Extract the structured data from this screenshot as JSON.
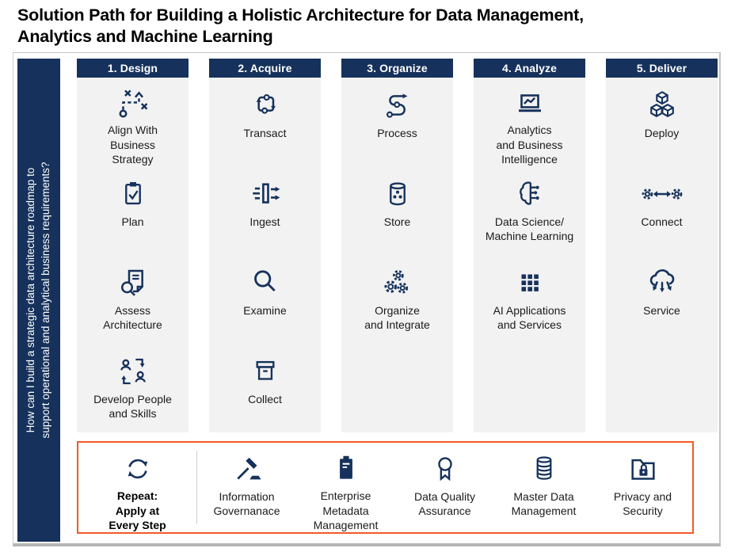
{
  "title": "Solution Path for Building a Holistic Architecture for Data Management,\nAnalytics and Machine Learning",
  "sidebar": {
    "question": "How can I build a strategic data architecture roadmap to\nsupport operational and analytical business requirements?"
  },
  "colors": {
    "navy": "#16325C",
    "orange": "#F15A24",
    "column_bg": "#F2F2F2"
  },
  "columns": [
    {
      "header": "1. Design",
      "items": [
        {
          "icon": "strategy-path-icon",
          "label": "Align With\nBusiness\nStrategy"
        },
        {
          "icon": "clipboard-check-icon",
          "label": "Plan"
        },
        {
          "icon": "document-magnifier-icon",
          "label": "Assess\nArchitecture"
        },
        {
          "icon": "people-exchange-icon",
          "label": "Develop People\nand Skills"
        }
      ]
    },
    {
      "header": "2. Acquire",
      "items": [
        {
          "icon": "transact-loop-icon",
          "label": "Transact"
        },
        {
          "icon": "ingest-icon",
          "label": "Ingest"
        },
        {
          "icon": "magnifier-icon",
          "label": "Examine"
        },
        {
          "icon": "archive-box-icon",
          "label": "Collect"
        }
      ]
    },
    {
      "header": "3. Organize",
      "items": [
        {
          "icon": "process-flow-icon",
          "label": "Process"
        },
        {
          "icon": "database-dots-icon",
          "label": "Store"
        },
        {
          "icon": "gears-icon",
          "label": "Organize\nand Integrate"
        }
      ]
    },
    {
      "header": "4. Analyze",
      "items": [
        {
          "icon": "laptop-chart-icon",
          "label": "Analytics\nand Business\nIntelligence"
        },
        {
          "icon": "brain-circuit-icon",
          "label": "Data Science/\nMachine Learning"
        },
        {
          "icon": "grid-icon",
          "label": "AI Applications\nand Services"
        }
      ]
    },
    {
      "header": "5. Deliver",
      "items": [
        {
          "icon": "cubes-icon",
          "label": "Deploy"
        },
        {
          "icon": "gears-arrows-icon",
          "label": "Connect"
        },
        {
          "icon": "cloud-arrows-icon",
          "label": "Service"
        }
      ]
    }
  ],
  "repeat_box": {
    "icon": "refresh-icon",
    "title": "Repeat:\nApply at\nEvery Step",
    "items": [
      {
        "icon": "gavel-icon",
        "label": "Information\nGovernanace"
      },
      {
        "icon": "clipboard-filled-icon",
        "label": "Enterprise\nMetadata\nManagement"
      },
      {
        "icon": "award-icon",
        "label": "Data Quality\nAssurance"
      },
      {
        "icon": "database-stack-icon",
        "label": "Master Data\nManagement"
      },
      {
        "icon": "folder-lock-icon",
        "label": "Privacy and\nSecurity"
      }
    ]
  }
}
